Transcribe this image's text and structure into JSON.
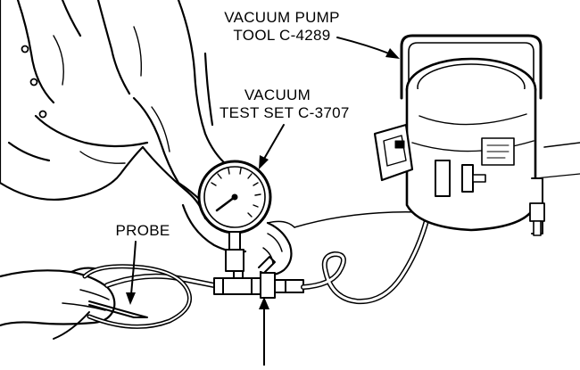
{
  "labels": {
    "vacuum_pump": [
      "VACUUM PUMP",
      "TOOL C-4289"
    ],
    "vacuum_test_set": [
      "VACUUM",
      "TEST SET C-3707"
    ],
    "probe": "PROBE"
  },
  "colors": {
    "ink": "#000000",
    "paper": "#ffffff"
  }
}
